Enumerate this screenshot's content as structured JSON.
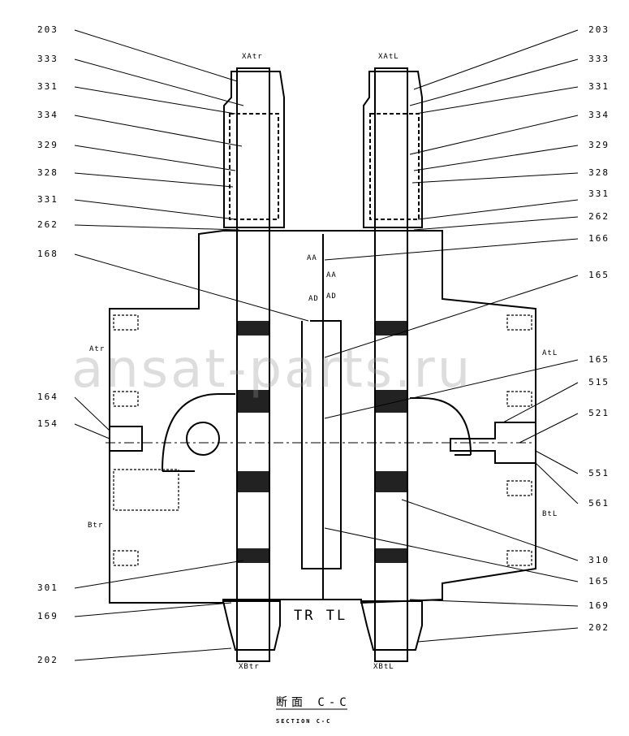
{
  "left_labels": [
    "203",
    "333",
    "331",
    "334",
    "329",
    "328",
    "331",
    "262",
    "168",
    "164",
    "154",
    "301",
    "169",
    "202"
  ],
  "right_labels": [
    "203",
    "333",
    "331",
    "334",
    "329",
    "328",
    "331",
    "262",
    "166",
    "165",
    "165",
    "515",
    "521",
    "551",
    "561",
    "310",
    "165",
    "169",
    "202"
  ],
  "ports": {
    "xatr": "XAtr",
    "xatl": "XAtL",
    "atr": "Atr",
    "atl": "AtL",
    "btr": "Btr",
    "btl": "BtL",
    "xbtr": "XBtr",
    "xbtl": "XBtL",
    "aa1": "AA",
    "aa2": "AA",
    "ad1": "AD",
    "ad2": "AD"
  },
  "center_text": "TR  TL",
  "watermark": "ansat-parts.ru",
  "title": "断面 C-C",
  "subtitle": "SECTION C-C"
}
